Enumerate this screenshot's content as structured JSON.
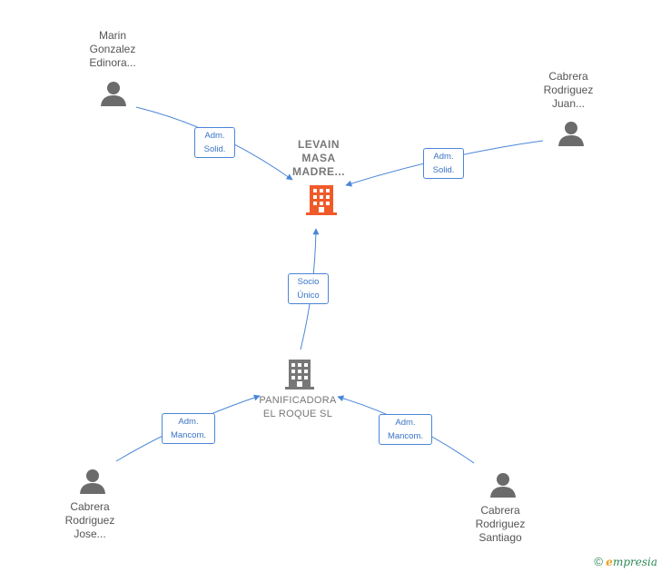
{
  "nodes": {
    "levain": {
      "lines": [
        "LEVAIN",
        "MASA",
        "MADRE..."
      ],
      "type": "company",
      "highlight": true
    },
    "panificadora": {
      "lines": [
        "PANIFICADORA",
        "EL ROQUE SL"
      ],
      "type": "company",
      "highlight": false
    },
    "marin": {
      "lines": [
        "Marin",
        "Gonzalez",
        "Edinora..."
      ],
      "type": "person"
    },
    "cabrera_juan": {
      "lines": [
        "Cabrera",
        "Rodriguez",
        "Juan..."
      ],
      "type": "person"
    },
    "cabrera_jose": {
      "lines": [
        "Cabrera",
        "Rodriguez",
        "Jose..."
      ],
      "type": "person"
    },
    "cabrera_santiago": {
      "lines": [
        "Cabrera",
        "Rodriguez",
        "Santiago"
      ],
      "type": "person"
    }
  },
  "edges": [
    {
      "from": "marin",
      "to": "levain",
      "label": [
        "Adm.",
        "Solid."
      ]
    },
    {
      "from": "cabrera_juan",
      "to": "levain",
      "label": [
        "Adm.",
        "Solid."
      ]
    },
    {
      "from": "panificadora",
      "to": "levain",
      "label": [
        "Socio",
        "Único"
      ]
    },
    {
      "from": "cabrera_jose",
      "to": "panificadora",
      "label": [
        "Adm.",
        "Mancom."
      ]
    },
    {
      "from": "cabrera_santiago",
      "to": "panificadora",
      "label": [
        "Adm.",
        "Mancom."
      ]
    }
  ],
  "colors": {
    "edge": "#4a86d8",
    "highlight_company": "#f05a28",
    "company": "#777777",
    "person": "#6b6b6b"
  },
  "icons": {
    "person": "person-icon",
    "company": "building-icon"
  },
  "footer": {
    "copyright_symbol": "©",
    "brand_initial": "e",
    "brand_rest": "mpresia"
  }
}
